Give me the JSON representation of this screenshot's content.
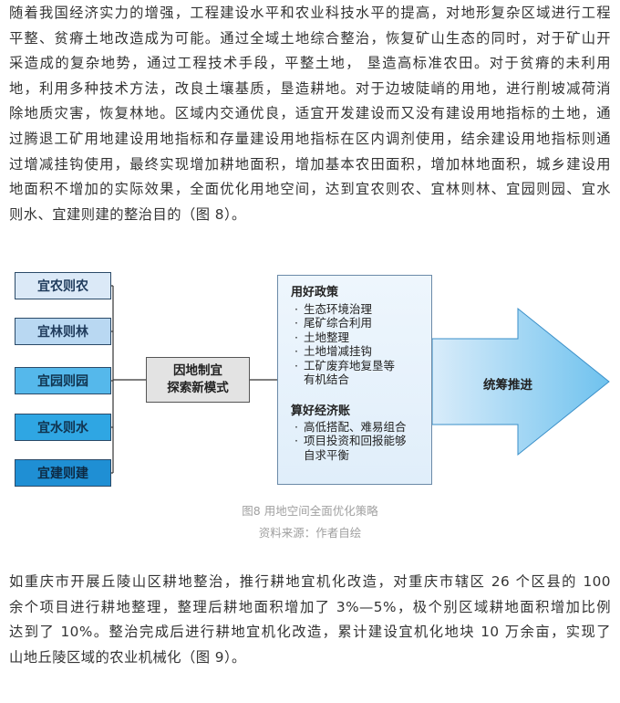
{
  "paragraph1": {
    "lines": [
      "随着我国经济实力的增强，工程建设水平和农业科技水平的提高，对地形复杂区域进行工程",
      "平整、贫瘠土地改造成为可能。通过全域土地综合整治，恢复矿山生态的同时，对于矿山开",
      "采造成的复杂地势，通过工程技术手段，平整土地，  垦造高标准农田。对于贫瘠的未利用",
      "地，利用多种技术方法，改良土壤基质，垦造耕地。对于边坡陡峭的用地，进行削坡减荷消",
      "除地质灾害，恢复林地。区域内交通优良，适宜开发建设而又没有建设用地指标的土地，通",
      "过腾退工矿用地建设用地指标和存量建设用地指标在区内调剂使用，结余建设用地指标则通",
      "过增减挂钩使用，最终实现增加耕地面积，增加基本农田面积，增加林地面积，城乡建设用",
      "地面积不增加的实际效果，全面优化用地空间，达到宜农则农、宜林则林、宜园则园、宜水",
      "则水、宜建则建的整治目的（图 8）。"
    ]
  },
  "figure": {
    "left_boxes": [
      "宜农则农",
      "宜林则林",
      "宜园则园",
      "宜水则水",
      "宜建则建"
    ],
    "center_box": [
      "因地制宜",
      "探索新模式"
    ],
    "policy_title": "用好政策",
    "policy_items": [
      [
        "生态环境治理"
      ],
      [
        "尾矿综合利用"
      ],
      [
        "土地整理"
      ],
      [
        "土地增减挂钩"
      ],
      [
        "工矿废弃地复垦等",
        "有机结合"
      ]
    ],
    "economy_title": "算好经济账",
    "economy_items": [
      [
        "高低搭配、难易组合"
      ],
      [
        "项目投资和回报能够",
        "自求平衡"
      ]
    ],
    "bullet_char": "·",
    "arrow_label": "统筹推进",
    "caption": "图8 用地空间全面优化策略",
    "source": "资料来源：作者自绘"
  },
  "paragraph2": {
    "lines": [
      "如重庆市开展丘陵山区耕地整治，推行耕地宜机化改造，对重庆市辖区 26 个区县的 100",
      "余个项目进行耕地整理，整理后耕地面积增加了 3%—5%，极个别区域耕地面积增加比例",
      "达到了 10%。整治完成后进行耕地宜机化改造，累计建设宜机化地块 10 万余亩，实现了",
      "山地丘陵区域的农业机械化（图 9）。"
    ]
  }
}
